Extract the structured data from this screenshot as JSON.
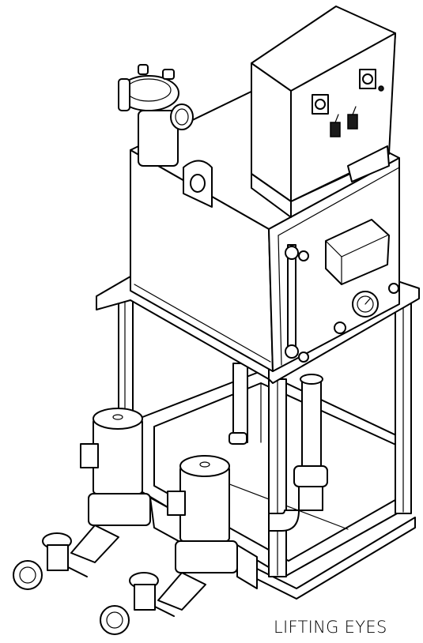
{
  "caption": "LIFTING EYES",
  "colors": {
    "line": "#000000",
    "background": "#ffffff"
  },
  "parts": [
    "tank",
    "control-panel",
    "lifting-eye",
    "inlet-strainer",
    "sight-glass",
    "junction-box",
    "pressure-gauge",
    "support-frame",
    "discharge-pipe",
    "pump-motor",
    "ball-valve",
    "selector-switch",
    "toggle-switch"
  ]
}
